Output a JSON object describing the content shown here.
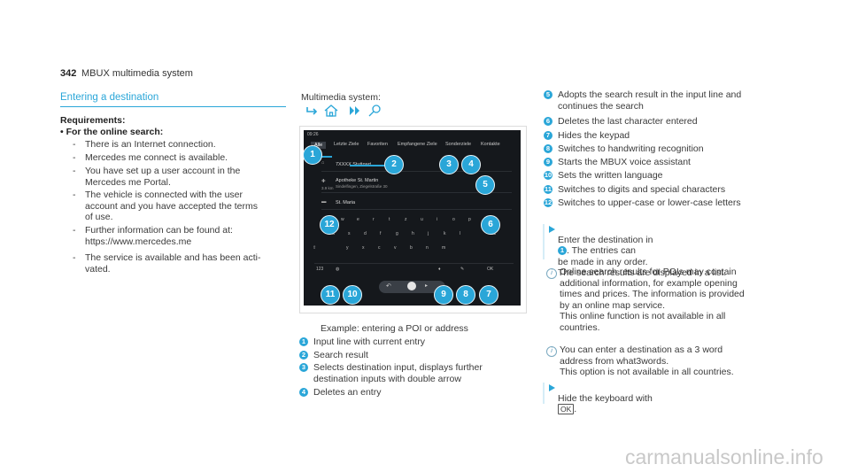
{
  "header": {
    "page_number": "342",
    "title": "MBUX multimedia system"
  },
  "section": {
    "title": "Entering a destination",
    "requirements_label": "Requirements:",
    "bullet": "For the online search:",
    "conditions": [
      "There is an Internet connection.",
      "Mercedes me connect is available.",
      "You have set up a user account in the\nMercedes me Portal.",
      "The vehicle is connected with the user\naccount and you have accepted the terms\nof use.",
      "Further information can be found at:\nhttps://www.mercedes.me",
      "The service is available and has been acti-\nvated."
    ]
  },
  "path": {
    "label": "Multimedia system:",
    "icons": [
      "arrow-right-icon",
      "home-icon",
      "double-chevron-icon",
      "search-icon"
    ]
  },
  "screen": {
    "time": "09:26",
    "tabs": [
      "Alle",
      "Letzte Ziele",
      "Favoriten",
      "Empfangene Ziele",
      "Sonderziele",
      "Kontakte"
    ],
    "input_value": "7XXXX Stuttgart",
    "results": [
      {
        "title": "Apotheke St. Martin",
        "sub": "Sindelfingen, Ziegelstraße 30",
        "dist": "3.9 km"
      },
      {
        "title": "St. Maria",
        "sub": "",
        "dist": ""
      }
    ],
    "key_rows": [
      [
        "q",
        "w",
        "e",
        "r",
        "t",
        "z",
        "u",
        "i",
        "o",
        "p"
      ],
      [
        "a",
        "s",
        "d",
        "f",
        "g",
        "h",
        "j",
        "k",
        "l"
      ],
      [
        "y",
        "x",
        "c",
        "v",
        "b",
        "n",
        "m"
      ]
    ],
    "bottom_keys": {
      "digits": "123",
      "ok": "OK"
    }
  },
  "caption": "Example: entering a POI or address",
  "legend": [
    {
      "n": "1",
      "text": "Input line with current entry"
    },
    {
      "n": "2",
      "text": "Search result"
    },
    {
      "n": "3",
      "text": "Selects destination input, displays further\ndestination inputs with double arrow"
    },
    {
      "n": "4",
      "text": "Deletes an entry"
    },
    {
      "n": "5",
      "text": "Adopts the search result in the input line and\ncontinues the search"
    },
    {
      "n": "6",
      "text": "Deletes the last character entered"
    },
    {
      "n": "7",
      "text": "Hides the keypad"
    },
    {
      "n": "8",
      "text": "Switches to handwriting recognition"
    },
    {
      "n": "9",
      "text": "Starts the MBUX voice assistant"
    },
    {
      "n": "10",
      "text": "Sets the written language"
    },
    {
      "n": "11",
      "text": "Switches to digits and special characters"
    },
    {
      "n": "12",
      "text": "Switches to upper-case or lower-case letters"
    }
  ],
  "instruction1": {
    "before": "Enter the destination in",
    "badge": "1",
    "after": ". The entries can\nbe made in any order.\nThe search results are displayed in a list."
  },
  "note1": "Online search results for POIs may contain\nadditional information, for example opening\ntimes and prices. The information is provided\nby an online map service.\nThis online function is not available in all\ncountries.",
  "note2": "You can enter a destination as a 3 word\naddress from what3words.\nThis option is not available in all countries.",
  "instruction2": {
    "before": "Hide the keyboard with",
    "key": "OK",
    "after": "."
  },
  "watermark": "carmanualsonline.info",
  "colors": {
    "accent": "#2aa6d8",
    "screen_bg": "#15181c"
  }
}
